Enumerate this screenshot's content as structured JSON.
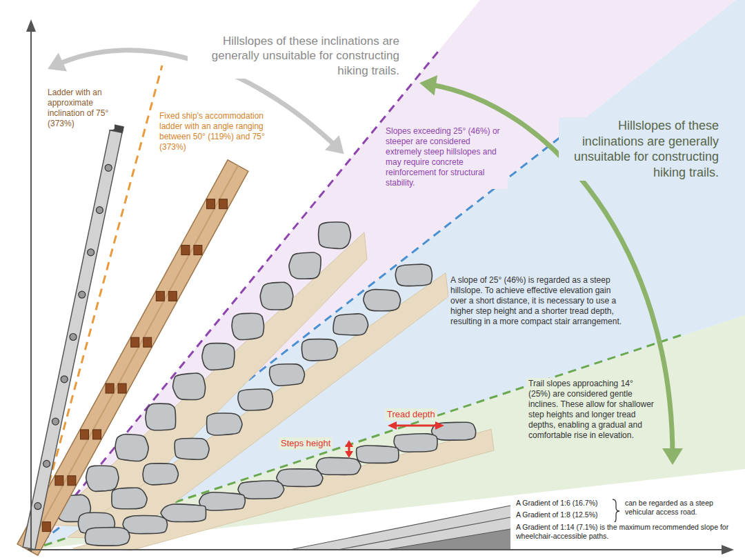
{
  "diagram": {
    "labels": [
      "Hillslopes of these inclinations are generally unsuitable for constructing hiking trails.",
      "Ladder with an approximate inclination of 75° (373%)",
      "Fixed ship's accommodation ladder with an angle ranging between 50° (119%) and 75° (373%)",
      "Slopes exceeding 25° (46%) or steeper are considered extremely steep hillslopes and may require concrete reinforcement for structural stability.",
      "Hillslopes of these inclinations are generally unsuitable for constructing hiking trails.",
      "A slope of 25° (46%) is regarded as a steep hillslope. To achieve effective elevation gain over a short distance, it is necessary to use a higher step height and a shorter tread depth, resulting in a more compact stair arrangement.",
      "Tread depth",
      "Steps height",
      "Trail slopes approaching 14° (25%) are considered gentle inclines. These allow for shallower step heights and longer tread depths, enabling a gradual and comfortable rise in elevation.",
      "A Gradient of 1:6 (16.7%)",
      "A Gradient of 1:8 (12.5%)",
      "can be regarded as a steep vehicular access road.",
      "A Gradient of 1:14 (7.1%) is the maximum recommended slope for wheelchair-accessible paths."
    ]
  }
}
